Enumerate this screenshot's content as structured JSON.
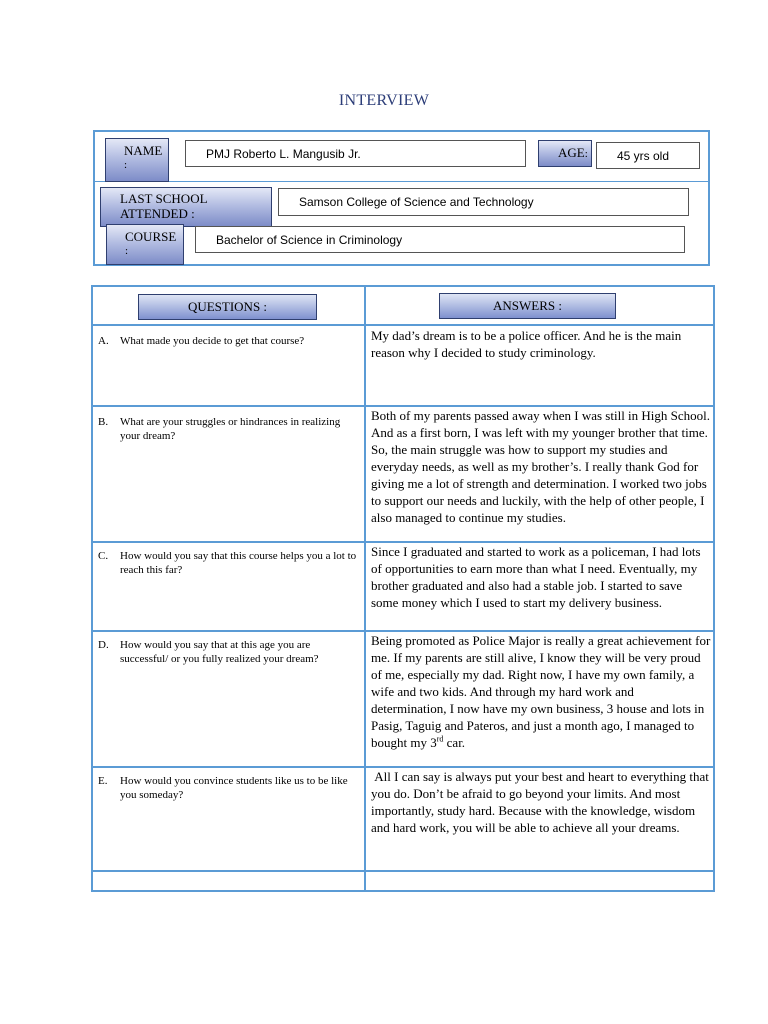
{
  "title": "INTERVIEW",
  "info": {
    "name_label": "NAME",
    "name_colon": ":",
    "name_value": "PMJ Roberto L. Mangusib Jr.",
    "age_label": "AGE",
    "age_colon": ":",
    "age_value": "45 yrs old",
    "school_label_1": "LAST SCHOOL",
    "school_label_2": "ATTENDED :",
    "school_value": "Samson College of Science and Technology",
    "course_label": "COURSE",
    "course_colon": ":",
    "course_value": "Bachelor of Science in Criminology"
  },
  "table": {
    "questions_header": "QUESTIONS :",
    "answers_header": "ANSWERS :",
    "rows": [
      {
        "letter": "A.",
        "question": "What made you decide to get that course?",
        "answer": "My dad’s dream is to be a police officer. And he is the main reason why I decided to study criminology."
      },
      {
        "letter": "B.",
        "question": "What are your struggles or hindrances in realizing your dream?",
        "answer": "Both of my parents passed away when I was still in High School. And as a first born, I was left with my younger brother that time. So, the main struggle was how to support my studies and everyday needs, as well as my brother’s. I really thank God for giving me a lot of strength and determination. I worked two jobs to support our needs and luckily, with the help of other people, I also managed to continue my studies."
      },
      {
        "letter": "C.",
        "question": "How would you say that this course helps you a lot to reach this far?",
        "answer": "Since I graduated and started to work as a policeman, I had lots of opportunities to earn more than what I need. Eventually, my brother graduated and also had a stable job. I started to save some money which I used to start my delivery business."
      },
      {
        "letter": "D.",
        "question": "How would you say that at this age you are successful/ or you fully realized your dream?",
        "answer": "Being promoted as Police Major is really a great achievement for me. If my parents are still alive, I know they will be very proud of me, especially my dad. Right now, I have my own family, a wife and two kids. And through my hard work and determination, I now have my own business, 3 house and lots in Pasig, Taguig and Pateros, and just a month ago, I managed to bought my 3",
        "answer_sup": "rd",
        "answer_tail": " car."
      },
      {
        "letter": "E.",
        "question": "How would you convince students like us to be like you someday?",
        "answer": " All I can say is always put your best and heart to everything that you do. Don’t be afraid to go beyond your limits. And most importantly, study hard. Because with the knowledge, wisdom and hard work, you will be able to achieve all your dreams."
      }
    ]
  }
}
